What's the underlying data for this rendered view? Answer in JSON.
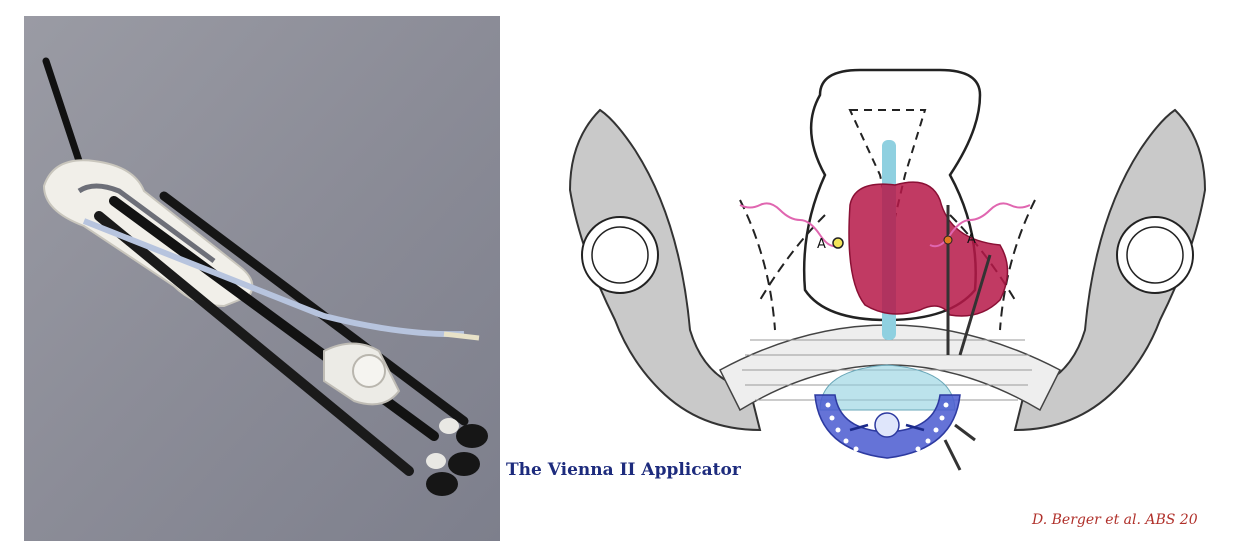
{
  "caption": "The Vienna II Applicator",
  "credit": "D. Berger et al.  ABS 20",
  "diagram": {
    "label_left_point": "A",
    "label_right_point": "A"
  },
  "colors": {
    "caption": "#1d2b7d",
    "credit": "#b0302a",
    "tumor": "#b61848",
    "applicator_ring": "#4a5bd0",
    "bone": "#c9c9c9",
    "tandem": "#8fd0e0"
  }
}
